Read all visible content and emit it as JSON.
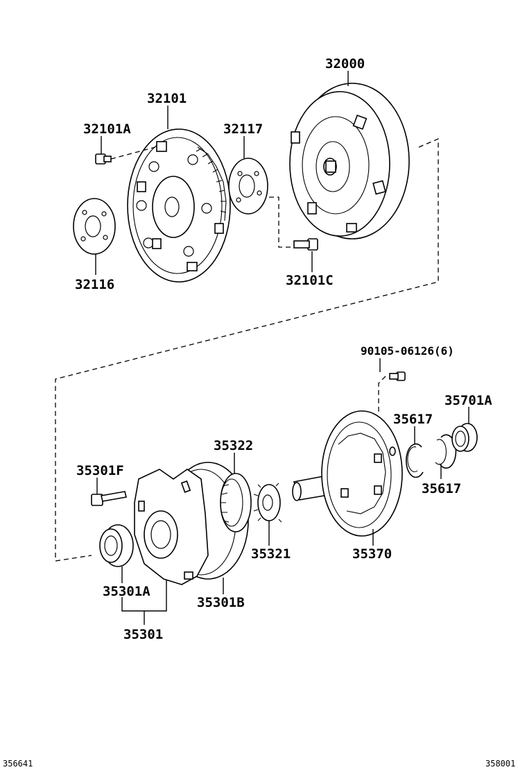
{
  "parts": {
    "p32000": "32000",
    "p32101": "32101",
    "p32101A": "32101A",
    "p32117": "32117",
    "p32116": "32116",
    "p32101C": "32101C",
    "p90105": "90105-06126(6)",
    "p35701A": "35701A",
    "p35617a": "35617",
    "p35617b": "35617",
    "p35322": "35322",
    "p35301F": "35301F",
    "p35321": "35321",
    "p35370": "35370",
    "p35301A": "35301A",
    "p35301B": "35301B",
    "p35301": "35301"
  },
  "footer": {
    "left_code": "356641",
    "right_code": "358001"
  }
}
